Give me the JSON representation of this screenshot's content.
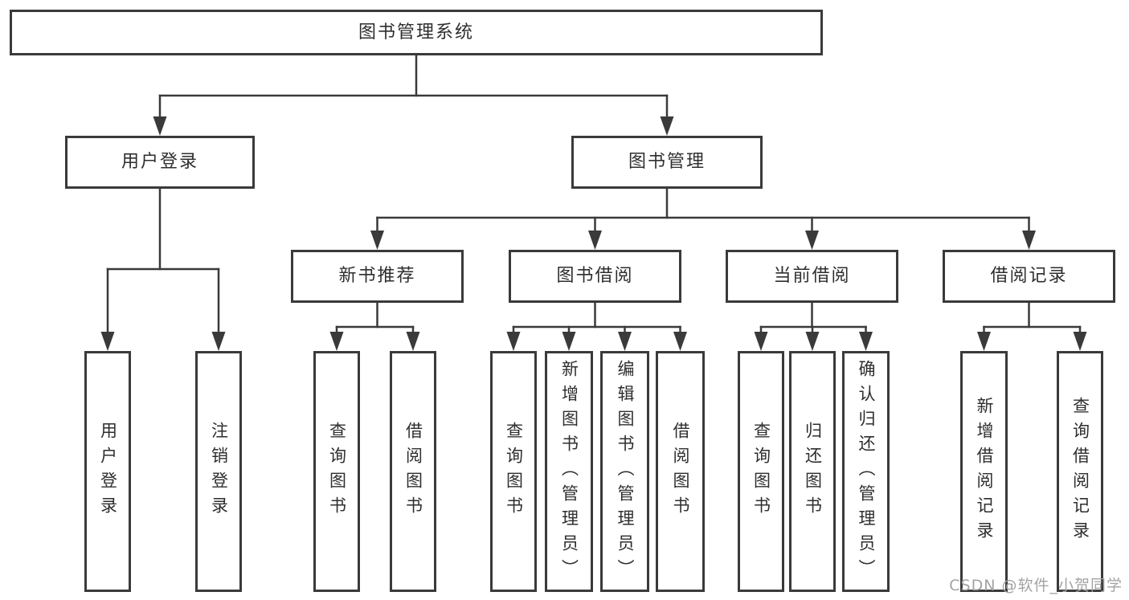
{
  "diagram": {
    "title": "图书管理系统",
    "nodes": {
      "root": "图书管理系统",
      "user_login": "用户登录",
      "book_management": "图书管理",
      "new_book_recommend": "新书推荐",
      "book_borrowing": "图书借阅",
      "current_borrowing": "当前借阅",
      "borrowing_records": "借阅记录",
      "leaf_user_login": "用户登录",
      "leaf_logout_login": "注销登录",
      "leaf_nb_query_book": "查询图书",
      "leaf_nb_borrow_book": "借阅图书",
      "leaf_bb_query_book": "查询图书",
      "leaf_bb_add_book": "新增图书（管理员）",
      "leaf_bb_edit_book": "编辑图书（管理员）",
      "leaf_bb_borrow_book": "借阅图书",
      "leaf_cb_query_book": "查询图书",
      "leaf_cb_return_book": "归还图书",
      "leaf_cb_confirm_return": "确认归还（管理员）",
      "leaf_br_add_record": "新增借阅记录",
      "leaf_br_query_record": "查询借阅记录"
    },
    "watermark": "CSDN @软件_小贺同学",
    "colors": {
      "line": "#3a3a3a",
      "text": "#2e2e2e",
      "watermark": "#a3a3a3",
      "background": "#ffffff"
    }
  }
}
